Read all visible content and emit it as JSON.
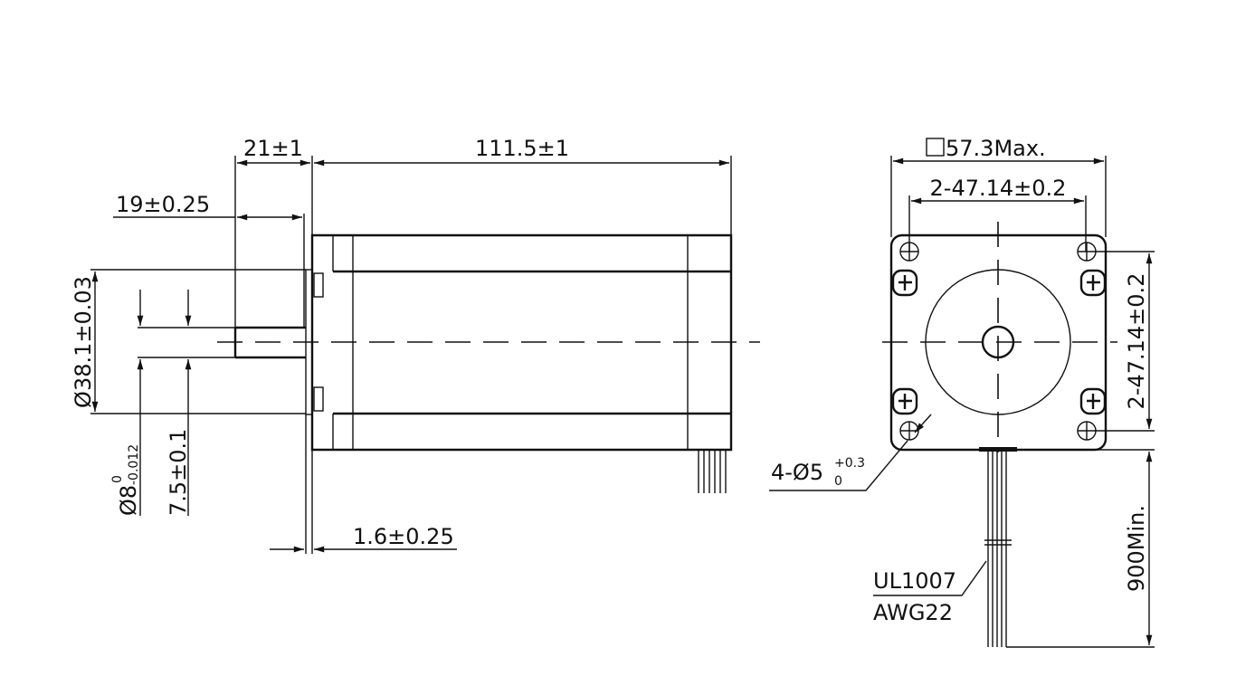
{
  "side_view": {
    "shaft_length": "21±1",
    "body_length": "111.5±1",
    "flat_length": "19±0.25",
    "pilot_diameter": "Ø38.1±0.03",
    "shaft_diameter": "Ø8",
    "shaft_diameter_tol_upper": "0",
    "shaft_diameter_tol_lower": "-0.012",
    "flat_depth": "7.5±0.1",
    "pilot_height": "1.6±0.25"
  },
  "front_view": {
    "square_size": "57.3Max.",
    "hole_spacing_h": "2-47.14±0.2",
    "hole_spacing_v": "2-47.14±0.2",
    "hole_diameter": "4-Ø5",
    "hole_tol_upper": "+0.3",
    "hole_tol_lower": "0",
    "wire_spec_1": "UL1007",
    "wire_spec_2": "AWG22",
    "lead_length": "900Min."
  }
}
